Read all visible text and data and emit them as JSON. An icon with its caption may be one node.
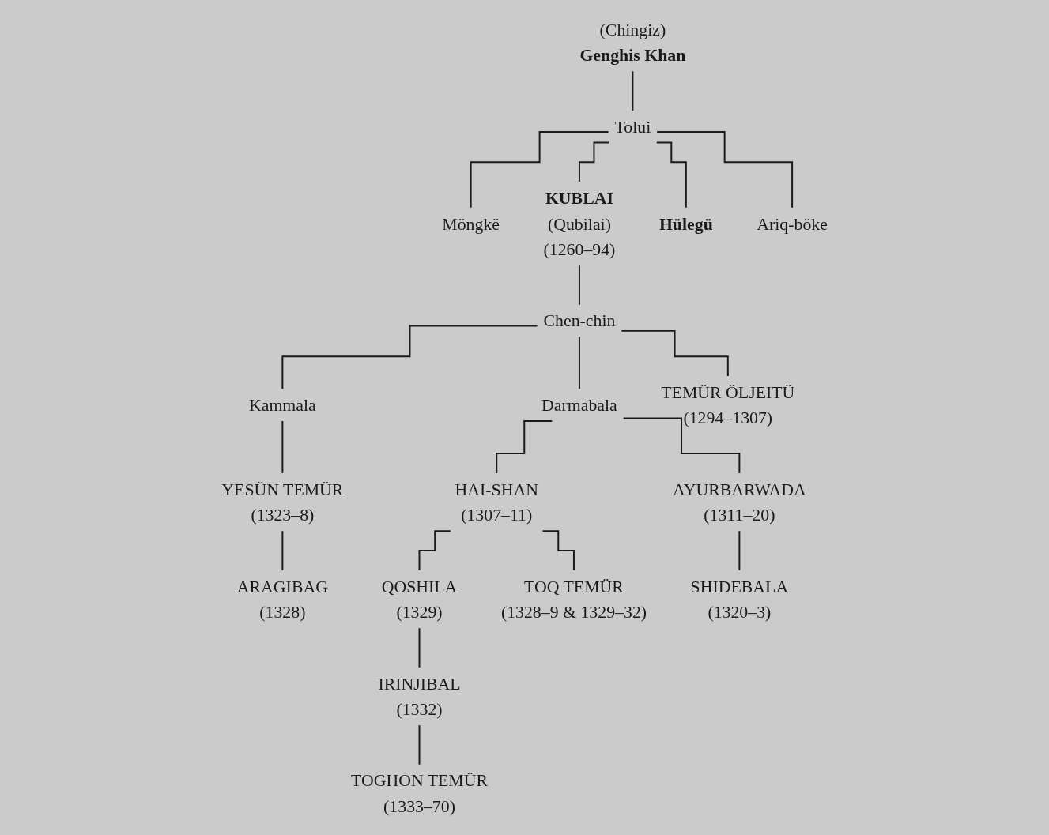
{
  "diagram": {
    "nodes": [
      {
        "text": [
          "(Chingiz)",
          "Genghis Khan"
        ]
      },
      {
        "text": [
          "Tolui"
        ]
      },
      {
        "text": [
          "Möngkë"
        ]
      },
      {
        "text": [
          "KUBLAI",
          "(Qubilai)",
          "(1260–94)"
        ]
      },
      {
        "text": [
          "Hülegü"
        ]
      },
      {
        "text": [
          "Ariq-böke"
        ]
      },
      {
        "text": [
          "Chen-chin"
        ]
      },
      {
        "text": [
          "Kammala"
        ]
      },
      {
        "text": [
          "Darmabala"
        ]
      },
      {
        "text": [
          "TEMÜR ÖLJEITÜ",
          "(1294–1307)"
        ]
      },
      {
        "text": [
          "YESÜN TEMÜR",
          "(1323–8)"
        ]
      },
      {
        "text": [
          "HAI-SHAN",
          "(1307–11)"
        ]
      },
      {
        "text": [
          "AYURBARWADA",
          "(1311–20)"
        ]
      },
      {
        "text": [
          "ARAGIBAG",
          "(1328)"
        ]
      },
      {
        "text": [
          "QOSHILA",
          "(1329)"
        ]
      },
      {
        "text": [
          "TOQ TEMÜR",
          "(1328–9 & 1329–32)"
        ]
      },
      {
        "text": [
          "SHIDEBALA",
          "(1320–3)"
        ]
      },
      {
        "text": [
          "IRINJIBAL",
          "(1332)"
        ]
      },
      {
        "text": [
          "TOGHON TEMÜR",
          "(1333–70)"
        ]
      }
    ],
    "edges": [
      {
        "from": 0,
        "to": 1,
        "arrow": "none"
      },
      {
        "from": 1,
        "to": 2,
        "arrow": "none"
      },
      {
        "from": 1,
        "to": 3,
        "arrow": "none"
      },
      {
        "from": 1,
        "to": 4,
        "arrow": "none"
      },
      {
        "from": 1,
        "to": 5,
        "arrow": "none"
      },
      {
        "from": 3,
        "to": 6,
        "arrow": "none"
      },
      {
        "from": 6,
        "to": 7,
        "arrow": "none"
      },
      {
        "from": 6,
        "to": 8,
        "arrow": "none"
      },
      {
        "from": 6,
        "to": 9,
        "arrow": "none"
      },
      {
        "from": 7,
        "to": 10,
        "arrow": "none"
      },
      {
        "from": 8,
        "to": 11,
        "arrow": "none"
      },
      {
        "from": 8,
        "to": 12,
        "arrow": "none"
      },
      {
        "from": 10,
        "to": 13,
        "arrow": "none"
      },
      {
        "from": 11,
        "to": 14,
        "arrow": "none"
      },
      {
        "from": 11,
        "to": 15,
        "arrow": "none"
      },
      {
        "from": 12,
        "to": 16,
        "arrow": "none"
      },
      {
        "from": 14,
        "to": 17,
        "arrow": "none"
      },
      {
        "from": 17,
        "to": 18,
        "arrow": "none"
      }
    ]
  }
}
